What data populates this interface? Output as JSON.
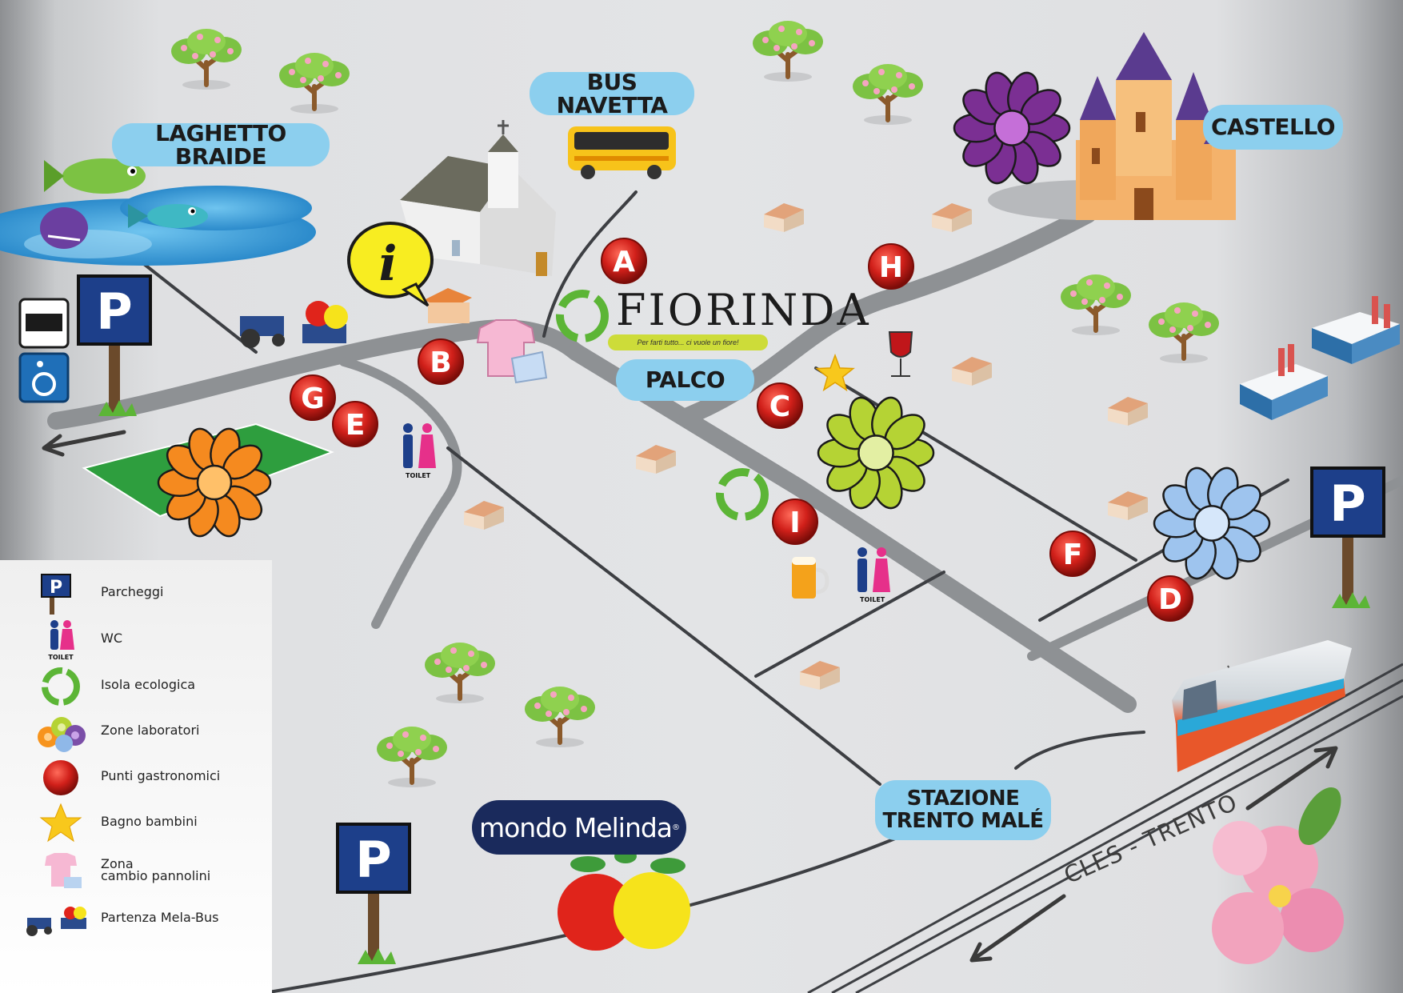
{
  "map": {
    "background": "#e3e4e6",
    "road_color": "#8e9194",
    "thin_road_color": "#3d3f43",
    "label_color": "#8ccfee"
  },
  "labels": {
    "laghetto": "LAGHETTO BRAIDE",
    "bus": "BUS NAVETTA",
    "castello": "CASTELLO",
    "palco": "PALCO",
    "stazione_1": "STAZIONE",
    "stazione_2": "TRENTO MALÉ"
  },
  "florinda": {
    "name": "FIORINDA",
    "tagline": "Per farti tutto... ci vuole un fiore!"
  },
  "brand": {
    "name": "mondo Melinda",
    "reg": "®"
  },
  "rail_text": "CLES - TRENTO",
  "info_icon": "i",
  "toilet_text": "TOILET",
  "parking_text": "P",
  "markers": [
    {
      "letter": "A"
    },
    {
      "letter": "B"
    },
    {
      "letter": "C"
    },
    {
      "letter": "D"
    },
    {
      "letter": "E"
    },
    {
      "letter": "F"
    },
    {
      "letter": "G"
    },
    {
      "letter": "H"
    },
    {
      "letter": "I"
    }
  ],
  "legend": [
    {
      "label": "Parcheggi",
      "icon": "parking-icon"
    },
    {
      "label": "WC",
      "icon": "toilet-icon"
    },
    {
      "label": "Isola ecologica",
      "icon": "recycle-icon"
    },
    {
      "label": "Zone laboratori",
      "icon": "flowers-icon"
    },
    {
      "label": "Punti gastronomici",
      "icon": "red-dot-icon"
    },
    {
      "label": "Bagno bambini",
      "icon": "star-icon"
    },
    {
      "label_1": "Zona",
      "label_2": "cambio pannolini",
      "icon": "baby-clothes-icon"
    },
    {
      "label": "Partenza Mela-Bus",
      "icon": "tractor-icon"
    }
  ]
}
